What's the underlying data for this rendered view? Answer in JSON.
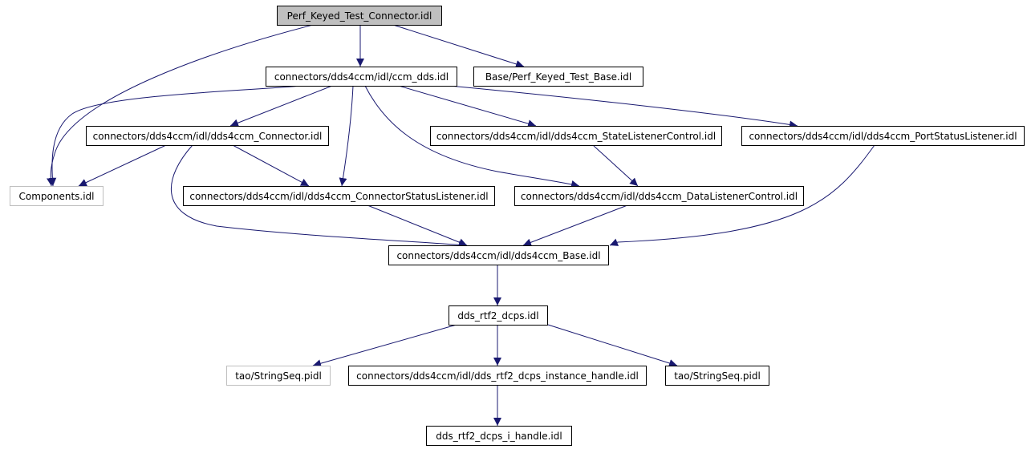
{
  "colors": {
    "edge": "#191970",
    "border": "#000000",
    "border_light": "#bfbfbf",
    "highlight_fill": "#bfbfbf",
    "fill": "#ffffff"
  },
  "nodes": [
    {
      "id": "perf-keyed-test-connector",
      "label": "Perf_Keyed_Test_Connector.idl",
      "style": "highlight"
    },
    {
      "id": "ccm-dds",
      "label": "connectors/dds4ccm/idl/ccm_dds.idl",
      "style": "normal"
    },
    {
      "id": "perf-keyed-test-base",
      "label": "Base/Perf_Keyed_Test_Base.idl",
      "style": "normal"
    },
    {
      "id": "dds4ccm-connector",
      "label": "connectors/dds4ccm/idl/dds4ccm_Connector.idl",
      "style": "normal"
    },
    {
      "id": "dds4ccm-state-listener-control",
      "label": "connectors/dds4ccm/idl/dds4ccm_StateListenerControl.idl",
      "style": "normal"
    },
    {
      "id": "dds4ccm-port-status-listener",
      "label": "connectors/dds4ccm/idl/dds4ccm_PortStatusListener.idl",
      "style": "normal"
    },
    {
      "id": "components",
      "label": "Components.idl",
      "style": "light"
    },
    {
      "id": "dds4ccm-connector-status-listener",
      "label": "connectors/dds4ccm/idl/dds4ccm_ConnectorStatusListener.idl",
      "style": "normal"
    },
    {
      "id": "dds4ccm-data-listener-control",
      "label": "connectors/dds4ccm/idl/dds4ccm_DataListenerControl.idl",
      "style": "normal"
    },
    {
      "id": "dds4ccm-base",
      "label": "connectors/dds4ccm/idl/dds4ccm_Base.idl",
      "style": "normal"
    },
    {
      "id": "dds-rtf2-dcps",
      "label": "dds_rtf2_dcps.idl",
      "style": "normal"
    },
    {
      "id": "tao-stringseq-light",
      "label": "tao/StringSeq.pidl",
      "style": "light"
    },
    {
      "id": "dds-rtf2-dcps-instance-handle",
      "label": "connectors/dds4ccm/idl/dds_rtf2_dcps_instance_handle.idl",
      "style": "normal"
    },
    {
      "id": "tao-stringseq",
      "label": "tao/StringSeq.pidl",
      "style": "normal"
    },
    {
      "id": "dds-rtf2-dcps-i-handle",
      "label": "dds_rtf2_dcps_i_handle.idl",
      "style": "normal"
    }
  ],
  "edges": [
    {
      "from": "perf-keyed-test-connector",
      "to": "ccm-dds"
    },
    {
      "from": "perf-keyed-test-connector",
      "to": "perf-keyed-test-base"
    },
    {
      "from": "perf-keyed-test-connector",
      "to": "components"
    },
    {
      "from": "ccm-dds",
      "to": "components"
    },
    {
      "from": "ccm-dds",
      "to": "dds4ccm-connector"
    },
    {
      "from": "ccm-dds",
      "to": "dds4ccm-connector-status-listener"
    },
    {
      "from": "ccm-dds",
      "to": "dds4ccm-data-listener-control"
    },
    {
      "from": "ccm-dds",
      "to": "dds4ccm-state-listener-control"
    },
    {
      "from": "ccm-dds",
      "to": "dds4ccm-port-status-listener"
    },
    {
      "from": "dds4ccm-connector",
      "to": "components"
    },
    {
      "from": "dds4ccm-connector",
      "to": "dds4ccm-connector-status-listener"
    },
    {
      "from": "dds4ccm-connector",
      "to": "dds4ccm-base"
    },
    {
      "from": "dds4ccm-state-listener-control",
      "to": "dds4ccm-data-listener-control"
    },
    {
      "from": "dds4ccm-port-status-listener",
      "to": "dds4ccm-base"
    },
    {
      "from": "dds4ccm-connector-status-listener",
      "to": "dds4ccm-base"
    },
    {
      "from": "dds4ccm-data-listener-control",
      "to": "dds4ccm-base"
    },
    {
      "from": "dds4ccm-base",
      "to": "dds-rtf2-dcps"
    },
    {
      "from": "dds-rtf2-dcps",
      "to": "tao-stringseq-light"
    },
    {
      "from": "dds-rtf2-dcps",
      "to": "dds-rtf2-dcps-instance-handle"
    },
    {
      "from": "dds-rtf2-dcps",
      "to": "tao-stringseq"
    },
    {
      "from": "dds-rtf2-dcps-instance-handle",
      "to": "dds-rtf2-dcps-i-handle"
    }
  ]
}
